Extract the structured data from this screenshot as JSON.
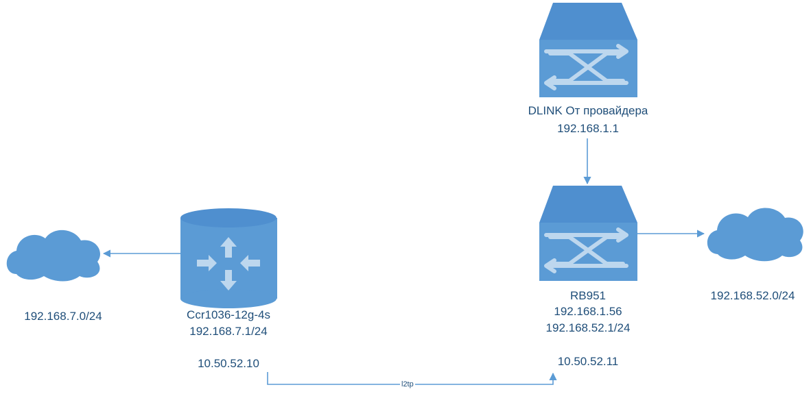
{
  "colors": {
    "node_fill": "#5b9bd5",
    "node_top": "#4f8fcf",
    "glyph": "#bdd7ee",
    "connector": "#5b9bd5",
    "text": "#1f4e79"
  },
  "nodes": {
    "provider_switch": {
      "icon": "switch-icon",
      "name": "DLINK От провайдера",
      "ip": "192.168.1.1"
    },
    "rb951": {
      "icon": "switch-icon",
      "name": "RB951",
      "ip_wan": "192.168.1.56",
      "ip_lan": "192.168.52.1/24",
      "tunnel_ip": "10.50.52.11"
    },
    "ccr1036": {
      "icon": "router-icon",
      "name": "Ccr1036-12g-4s",
      "ip_lan": "192.168.7.1/24",
      "tunnel_ip": "10.50.52.10"
    },
    "left_network": {
      "icon": "cloud-icon",
      "subnet": "192.168.7.0/24"
    },
    "right_network": {
      "icon": "cloud-icon",
      "subnet": "192.168.52.0/24"
    }
  },
  "links": {
    "tunnel": {
      "label": "l2tp"
    }
  }
}
